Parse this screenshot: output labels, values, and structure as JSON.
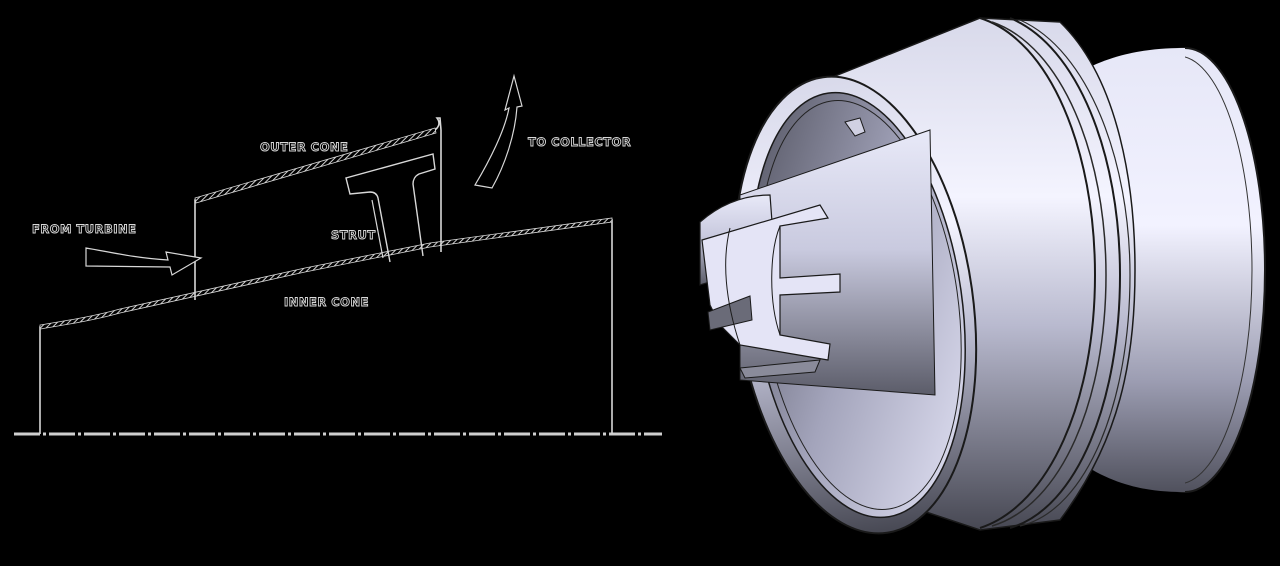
{
  "figure": {
    "background": "#000000",
    "schematic": {
      "line_color": "#d8d8d8",
      "labels": {
        "outer_cone": "OUTER CONE",
        "to_collector": "TO COLLECTOR",
        "from_turbine": "FROM TURBINE",
        "strut": "STRUT",
        "inner_cone": "INNER CONE"
      },
      "arrows": [
        {
          "name": "from-turbine-arrow",
          "direction": "right"
        },
        {
          "name": "to-collector-arrow",
          "direction": "up"
        }
      ],
      "components": [
        "outer-cone",
        "inner-cone",
        "strut",
        "centerline-axis"
      ]
    },
    "render": {
      "description": "3D CAD model of exhaust diffuser with outer cone, inner slotted cone, and flanged rings",
      "colors": {
        "highlight": "#f2f2ff",
        "mid": "#b8b9d0",
        "shadow": "#4a4b57",
        "edge": "#1a1a1a"
      }
    }
  }
}
